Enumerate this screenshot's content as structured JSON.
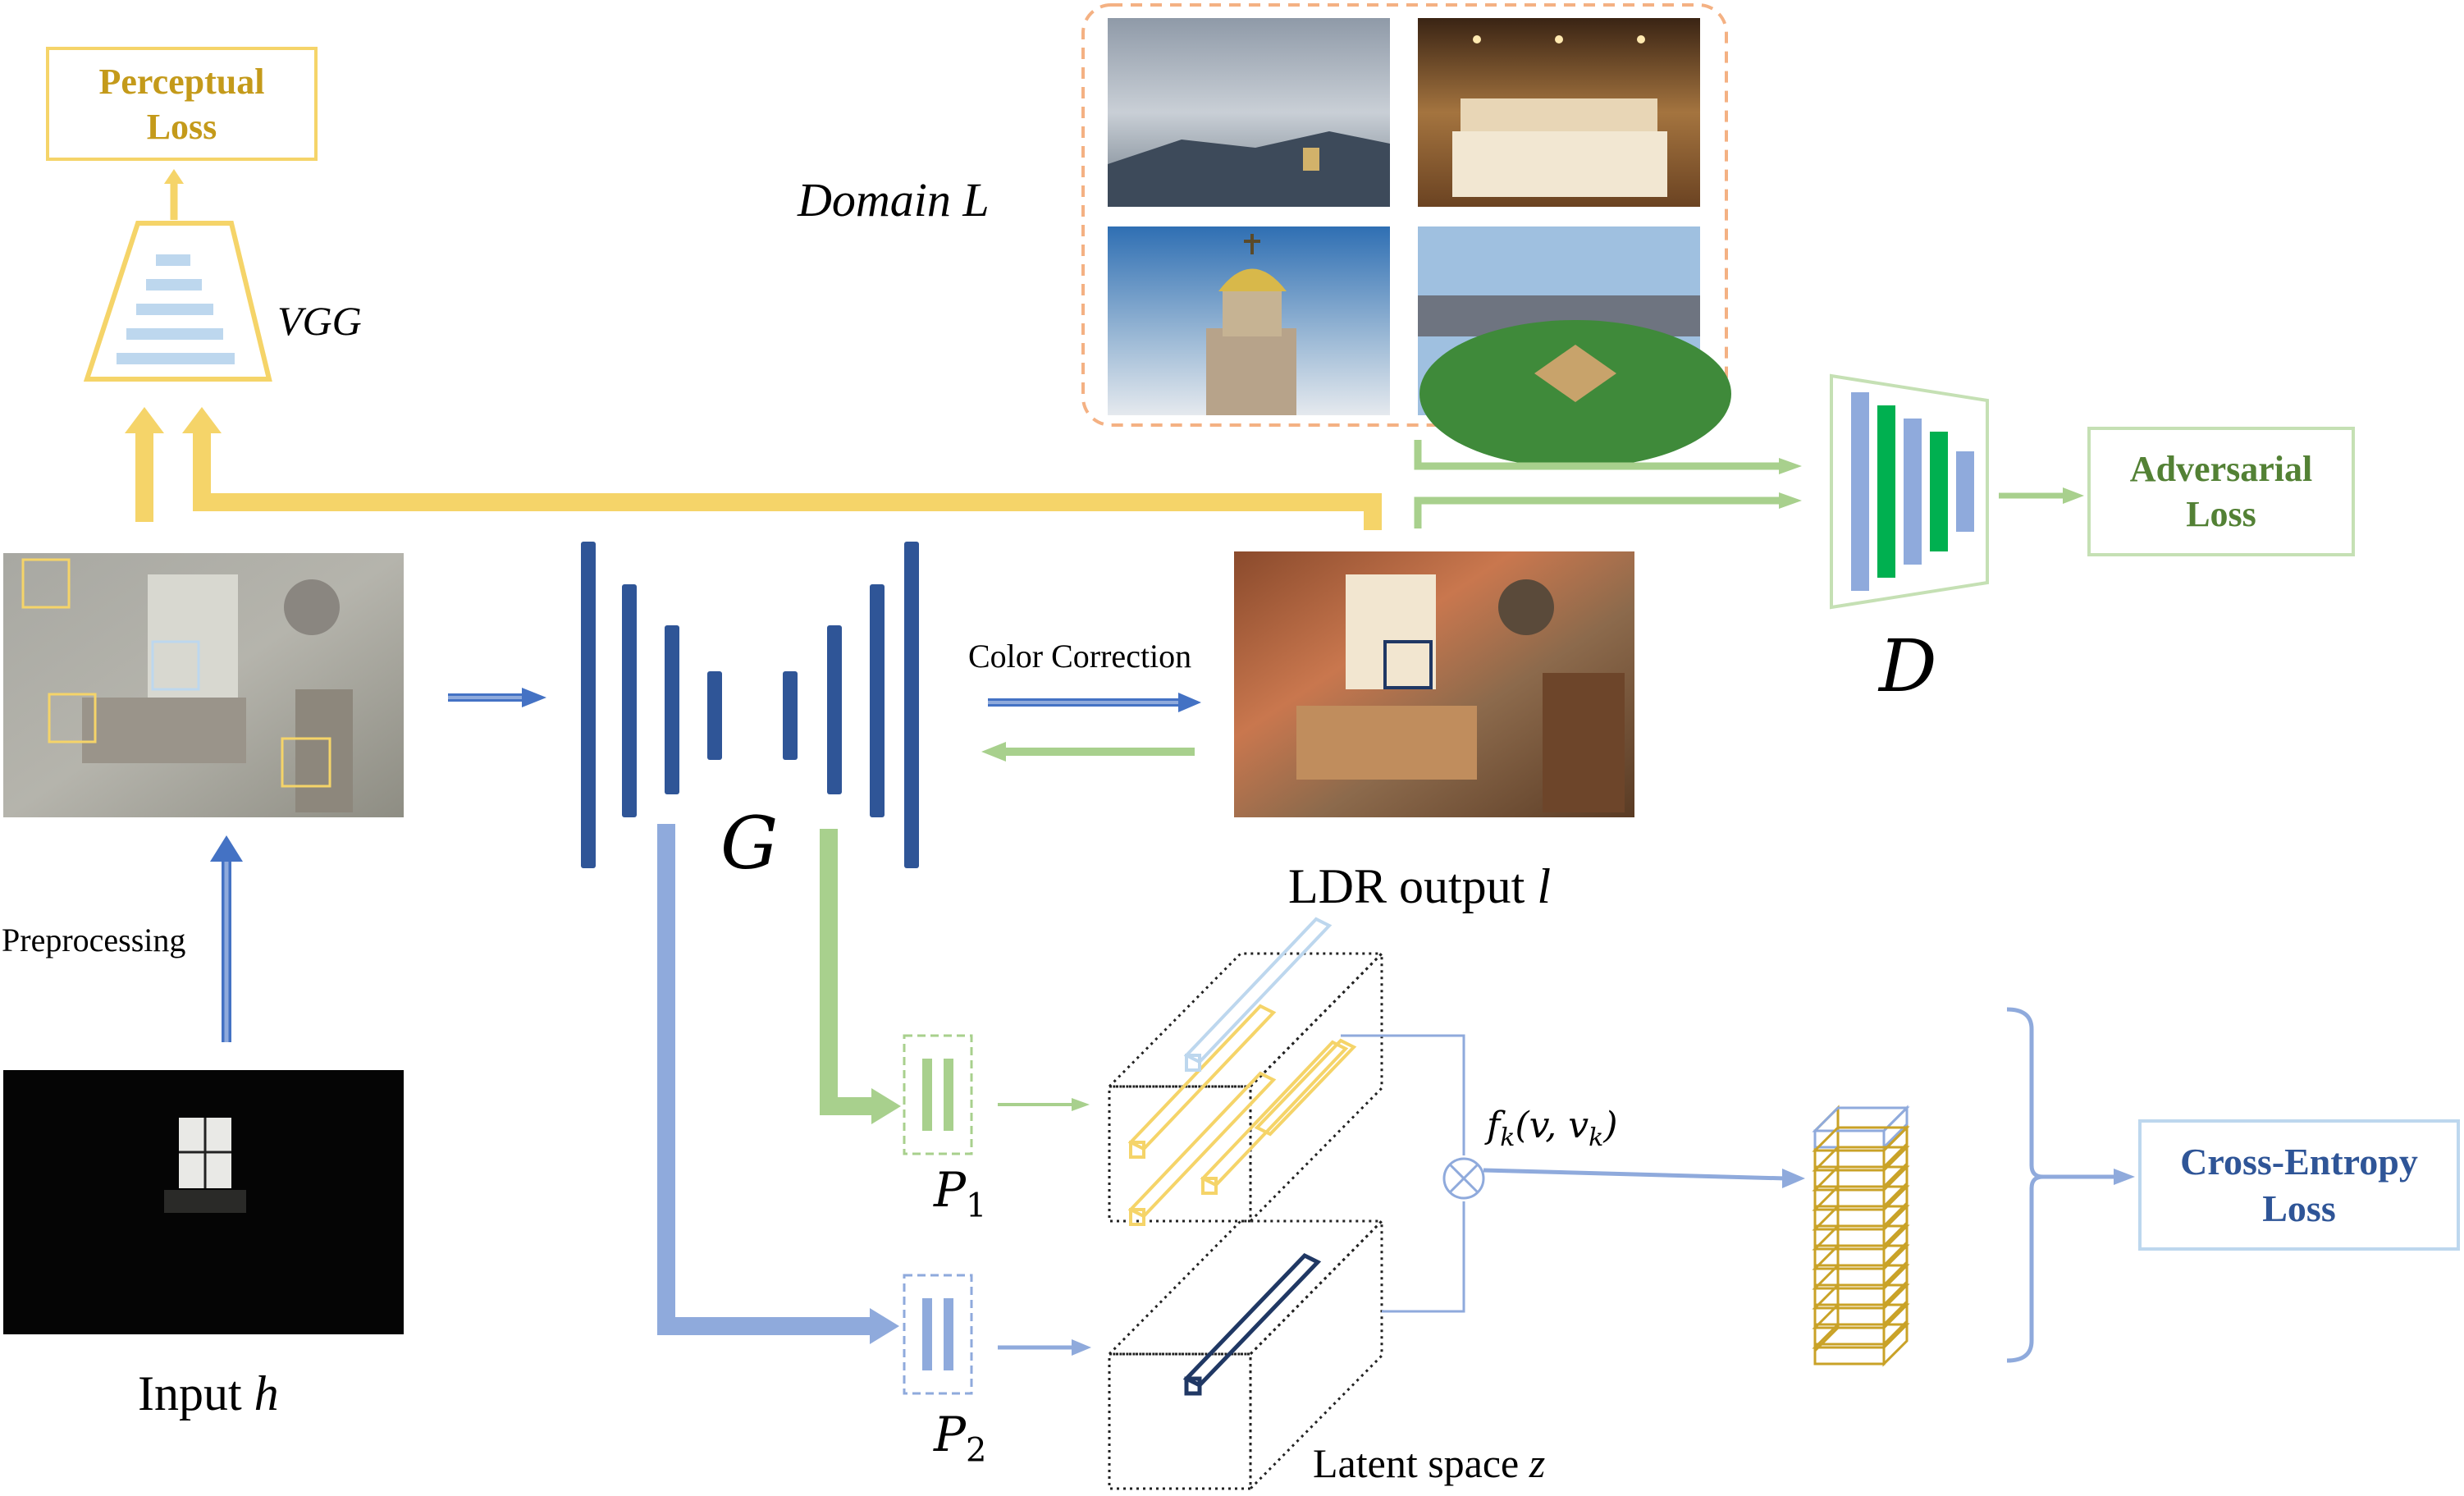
{
  "labels": {
    "perceptual_loss": "Perceptual\nLoss",
    "vgg": "VGG",
    "domain_l": "Domain L",
    "adversarial_loss": "Adversarial\nLoss",
    "discriminator": "D",
    "generator": "G",
    "color_correction": "Color Correction",
    "ldr_output": "LDR output ",
    "ldr_output_var": "l",
    "preprocessing": "Preprocessing",
    "input": "Input ",
    "input_var": "h",
    "p1": "P",
    "p1_sub": "1",
    "p2": "P",
    "p2_sub": "2",
    "fk_f": "f",
    "fk_sub": "k",
    "fk_args": "(v, v",
    "fk_args_sub": "k",
    "fk_close": ")",
    "cross_entropy_loss": "Cross-Entropy\nLoss",
    "latent_space": "Latent space ",
    "latent_var": "z"
  },
  "colors": {
    "yellow": "#F5D469",
    "yellow_text": "#C49A1A",
    "green": "#A8D08D",
    "green_dark": "#00B050",
    "green_text": "#538135",
    "blue_light": "#8FAADC",
    "blue_dark": "#2F5597",
    "blue_text": "#2F5597",
    "gold": "#C9A227",
    "orange_dash": "#F4B183"
  }
}
